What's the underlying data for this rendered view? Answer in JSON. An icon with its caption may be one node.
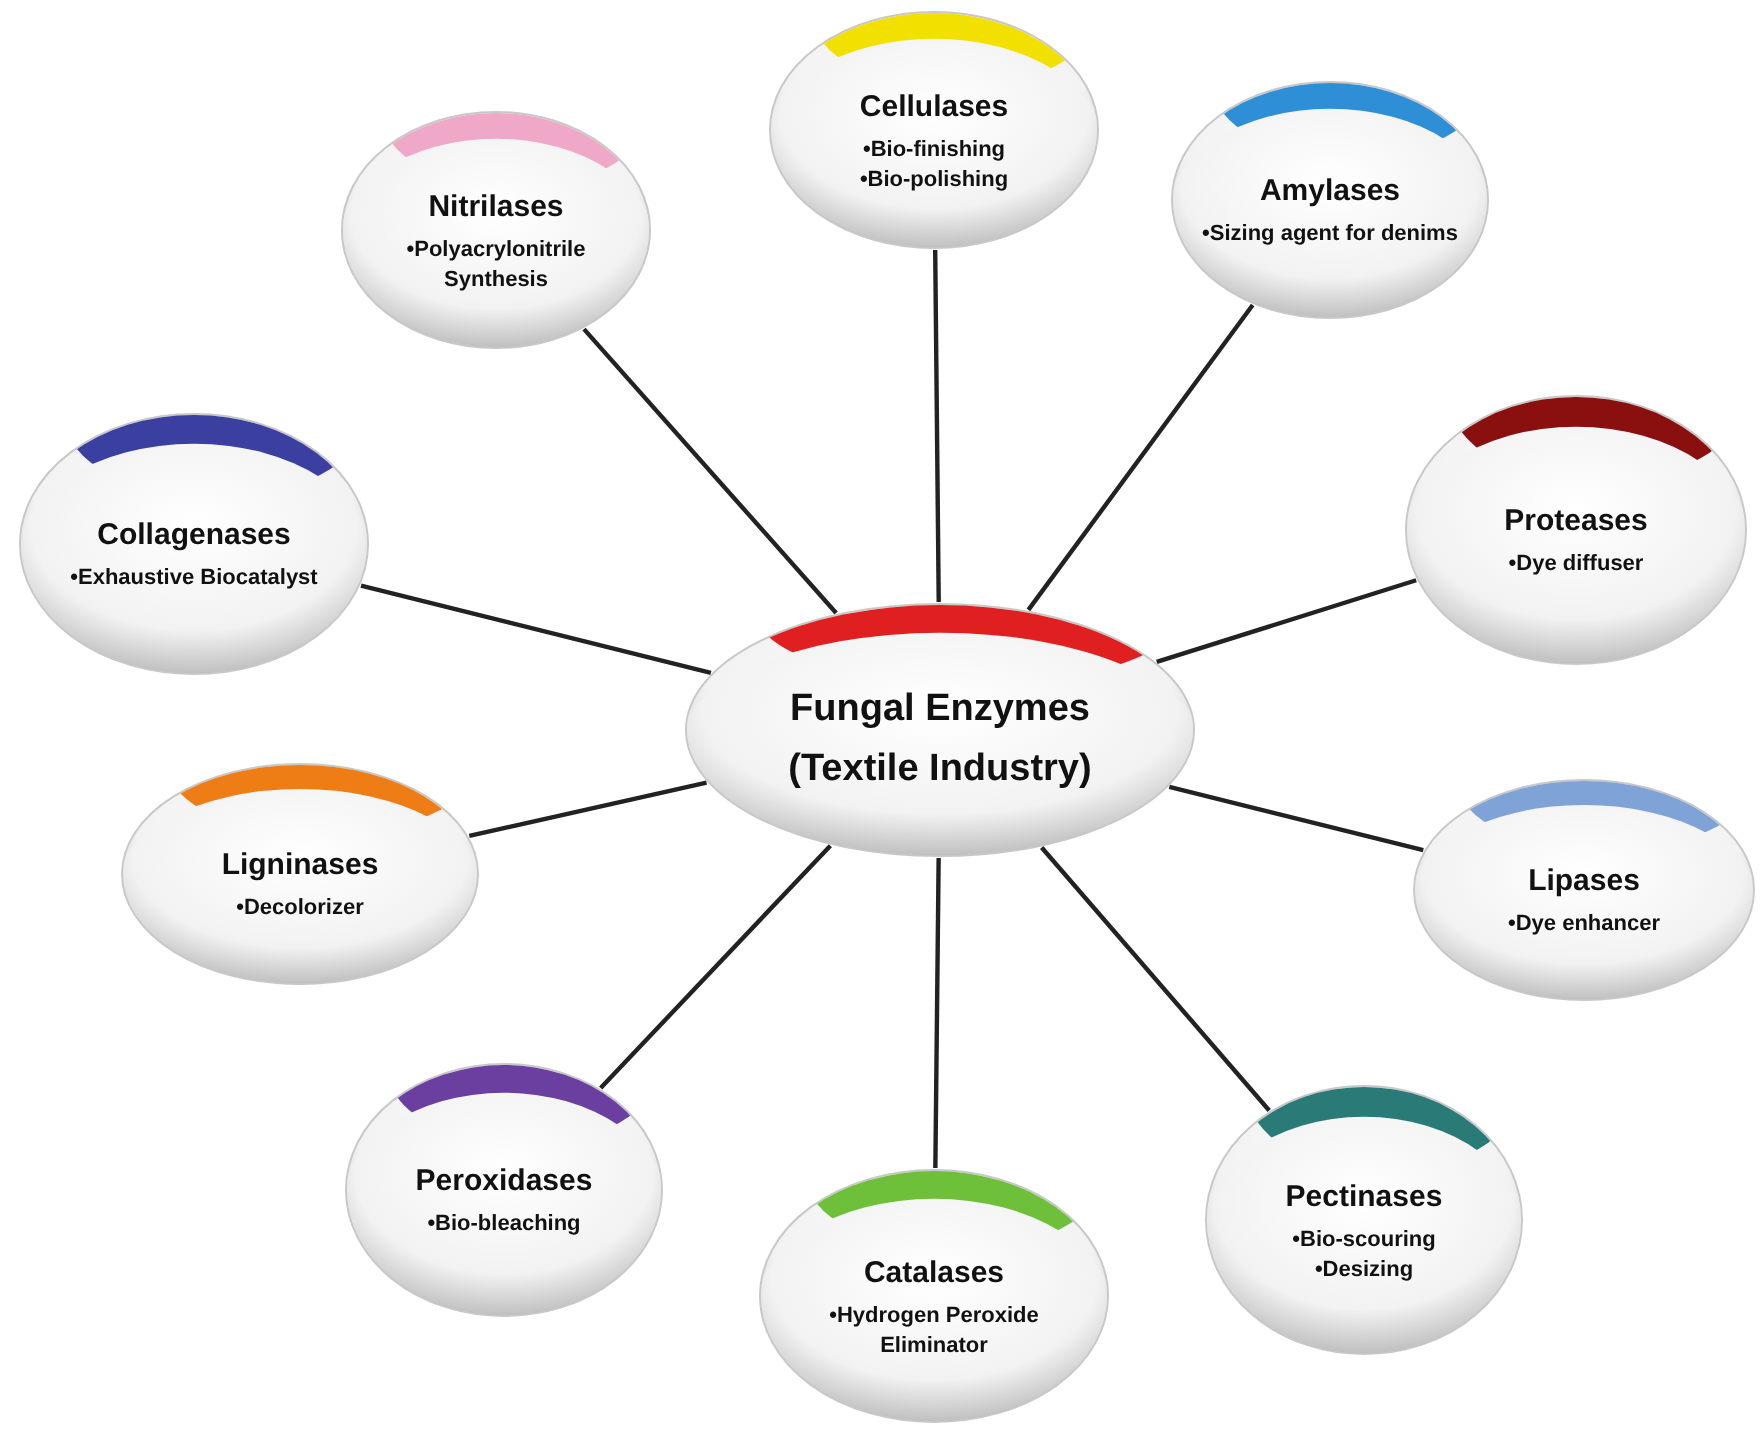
{
  "diagram": {
    "nodes": [
      {
        "text": [
          "Fungal Enzymes",
          "(Textile Industry)"
        ]
      },
      {
        "text": [
          "Cellulases",
          "•Bio-finishing",
          "•Bio-polishing"
        ]
      },
      {
        "text": [
          "Amylases",
          "•Sizing agent for denims"
        ]
      },
      {
        "text": [
          "Proteases",
          "•Dye diffuser"
        ]
      },
      {
        "text": [
          "Lipases",
          "•Dye enhancer"
        ]
      },
      {
        "text": [
          "Pectinases",
          "•Bio-scouring",
          "•Desizing"
        ]
      },
      {
        "text": [
          "Catalases",
          "•Hydrogen Peroxide Eliminator"
        ]
      },
      {
        "text": [
          "Peroxidases",
          "•Bio-bleaching"
        ]
      },
      {
        "text": [
          "Ligninases",
          "•Decolorizer"
        ]
      },
      {
        "text": [
          "Collagenases",
          "•Exhaustive Biocatalyst"
        ]
      },
      {
        "text": [
          "Nitrilases",
          "•Polyacrylonitrile Synthesis"
        ]
      }
    ],
    "edges": [
      {
        "from": 0,
        "to": 1,
        "arrow": "none"
      },
      {
        "from": 0,
        "to": 2,
        "arrow": "none"
      },
      {
        "from": 0,
        "to": 3,
        "arrow": "none"
      },
      {
        "from": 0,
        "to": 4,
        "arrow": "none"
      },
      {
        "from": 0,
        "to": 5,
        "arrow": "none"
      },
      {
        "from": 0,
        "to": 6,
        "arrow": "none"
      },
      {
        "from": 0,
        "to": 7,
        "arrow": "none"
      },
      {
        "from": 0,
        "to": 8,
        "arrow": "none"
      },
      {
        "from": 0,
        "to": 9,
        "arrow": "none"
      },
      {
        "from": 0,
        "to": 10,
        "arrow": "none"
      }
    ]
  }
}
